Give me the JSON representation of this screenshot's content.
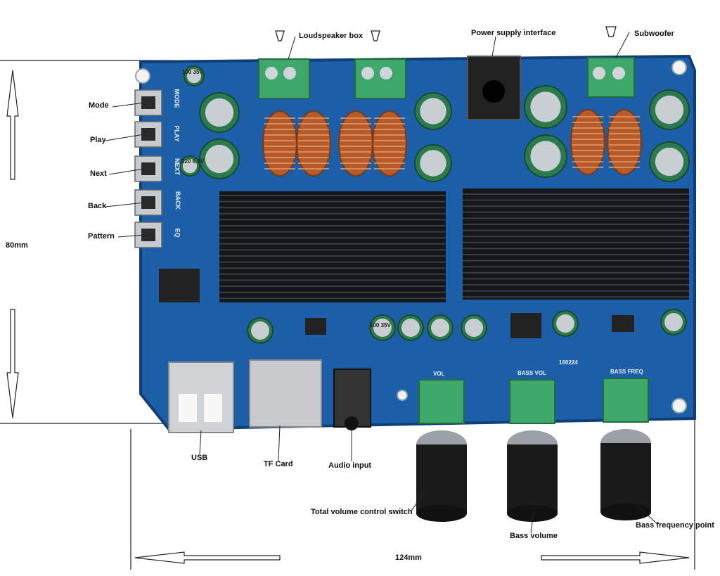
{
  "labels": {
    "mode": "Mode",
    "play": "Play",
    "next": "Next",
    "back": "Back",
    "pattern": "Pattern",
    "loudspeaker": "Loudspeaker box",
    "power": "Power supply interface",
    "subwoofer": "Subwoofer",
    "usb": "USB",
    "tfcard": "TF Card",
    "audio_input": "Audio input",
    "total_volume": "Total volume control switch",
    "bass_volume": "Bass volume",
    "bass_freq": "Bass frequency point"
  },
  "dimensions": {
    "height": "80mm",
    "width": "124mm"
  },
  "board_silkscreen": {
    "btn1": "MODE",
    "btn2": "PLAY",
    "btn3": "NEXT",
    "btn4": "BACK",
    "btn5": "EQ",
    "vol": "VOL",
    "bass_vol": "BASS VOL",
    "bass_freq": "BASS FREQ",
    "date": "160224",
    "cap_main": "100 35V",
    "cap_small": "220 6.3V",
    "cap_top": "100 35V"
  },
  "colors": {
    "board": "#1c5fa8",
    "board_dark": "#103e78",
    "heatsink": "#15161a",
    "terminal": "#3ea86a",
    "coil": "#b85a2a",
    "cap": "#6a7a70",
    "knob": "#1a1a1a"
  }
}
